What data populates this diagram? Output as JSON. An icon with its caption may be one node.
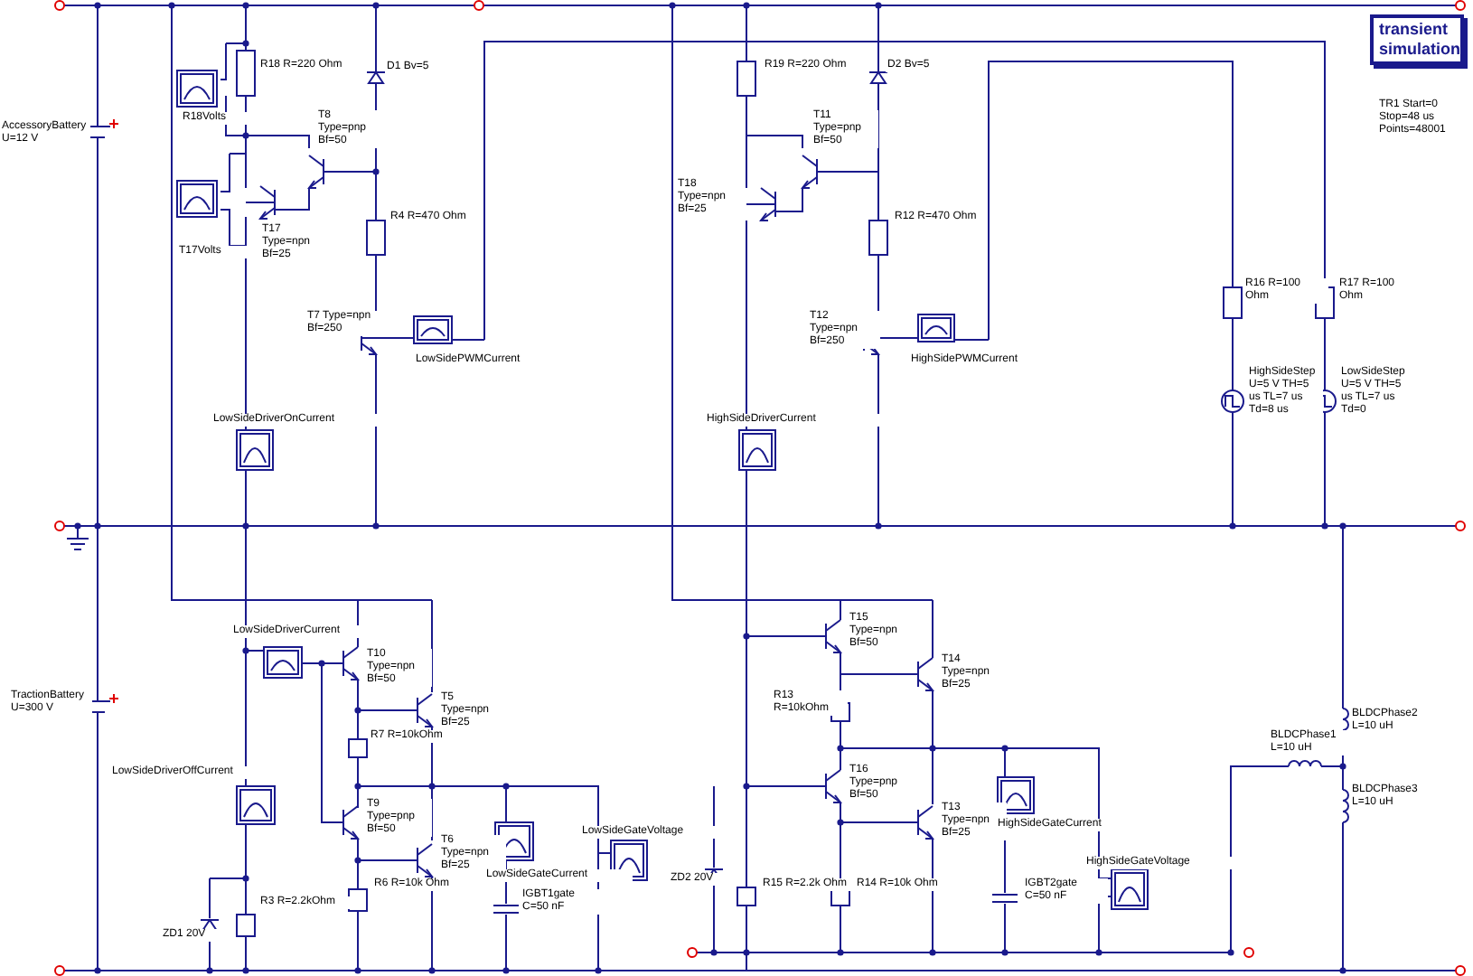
{
  "diagram": {
    "nodes": [
      {
        "text": [
          "transient simulation"
        ]
      }
    ],
    "labels": [
      "AccessoryBattery U=12 V",
      "R18 R=220 Ohm",
      "D1 Bv=5",
      "R19 R=220 Ohm",
      "D2 Bv=5",
      "TR1 Start=0 Stop=48 us Points=48001",
      "R18Volts",
      "T8 Type=pnp Bf=50",
      "T11 Type=pnp Bf=50",
      "T17Volts",
      "T17 Type=npn Bf=25",
      "T18 Type=npn Bf=25",
      "R4 R=470 Ohm",
      "R12 R=470 Ohm",
      "R16 R=100 Ohm",
      "R17 R=100 Ohm",
      "T7 Type=npn Bf=250",
      "T12 Type=npn Bf=250",
      "LowSidePWMCurrent",
      "HighSidePWMCurrent",
      "HighSideStep U=5 V TH=5 us TL=7 us Td=8 us",
      "LowSideStep U=5 V TH=5 us TL=7 us Td=0",
      "LowSideDriverOnCurrent",
      "HighSideDriverCurrent",
      "LowSideDriverCurrent",
      "T10 Type=npn Bf=50",
      "T15 Type=npn Bf=50",
      "TractionBattery U=300 V",
      "T5 Type=npn Bf=25",
      "T14 Type=npn Bf=25",
      "R13 R=10kOhm",
      "R7 R=10kOhm",
      "T16 Type=pnp Bf=50",
      "LowSideDriverOffCurrent",
      "BLDCPhase2 L=10 uH",
      "BLDCPhase1 L=10 uH",
      "T9 Type=pnp Bf=50",
      "T13 Type=npn Bf=25",
      "T6 Type=npn Bf=25",
      "HighSideGateCurrent",
      "LowSideGateVoltage",
      "R6 R=10k Ohm",
      "R15 R=2.2k Ohm",
      "R14 R=10k Ohm",
      "BLDCPhase3 L=10 uH",
      "LowSideGateCurrent",
      "HighSideGateVoltage",
      "R3 R=2.2kOhm",
      "IGBT1gate C=50 nF",
      "IGBT2gate C=50 nF",
      "ZD1 20V",
      "ZD2 20V"
    ]
  }
}
